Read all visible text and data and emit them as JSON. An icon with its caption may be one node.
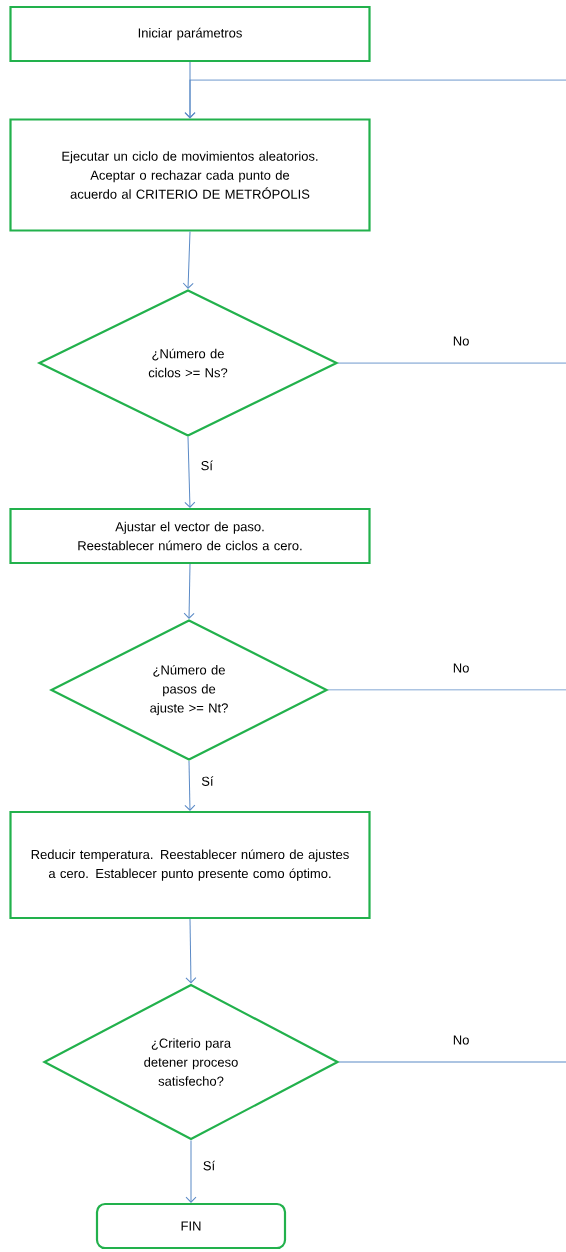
{
  "diagram": {
    "nodes": [
      {
        "text": [
          "Iniciar parámetros"
        ]
      },
      {
        "text": [
          "Ejecutar un ciclo de movimientos aleatorios. Aceptar o rechazar cada punto de acuerdo al CRITERIO DE METRÓPOLIS"
        ]
      },
      {
        "text": [
          "¿Número de ciclos >= Ns?"
        ]
      },
      {
        "text": [
          "Ajustar el vector de paso. Reestablecer número de ciclos a cero."
        ]
      },
      {
        "text": [
          "¿Número de pasos de ajuste >= Nt?"
        ]
      },
      {
        "text": [
          "Reducir temperatura. Reestablecer número de ajustes a cero. Establecer punto presente como óptimo."
        ]
      },
      {
        "text": [
          "¿Criterio para detener proceso satisfecho?"
        ]
      },
      {
        "text": [
          "FIN"
        ]
      }
    ],
    "edges": [
      {
        "from": 0,
        "to": 1,
        "arrow": "to"
      },
      {
        "from": null,
        "to": 1,
        "arrow": "to"
      },
      {
        "from": 1,
        "to": 2,
        "arrow": "to"
      },
      {
        "from": 2,
        "to": null,
        "label": "No",
        "arrow": "none"
      },
      {
        "from": 2,
        "to": 3,
        "label": "Sí",
        "arrow": "to"
      },
      {
        "from": 3,
        "to": 4,
        "arrow": "to"
      },
      {
        "from": 4,
        "to": null,
        "label": "No",
        "arrow": "none"
      },
      {
        "from": 4,
        "to": 5,
        "label": "Sí",
        "arrow": "to"
      },
      {
        "from": 5,
        "to": 6,
        "arrow": "to"
      },
      {
        "from": 6,
        "to": null,
        "label": "No",
        "arrow": "none"
      },
      {
        "from": 6,
        "to": 7,
        "label": "Sí",
        "arrow": "to"
      }
    ]
  }
}
